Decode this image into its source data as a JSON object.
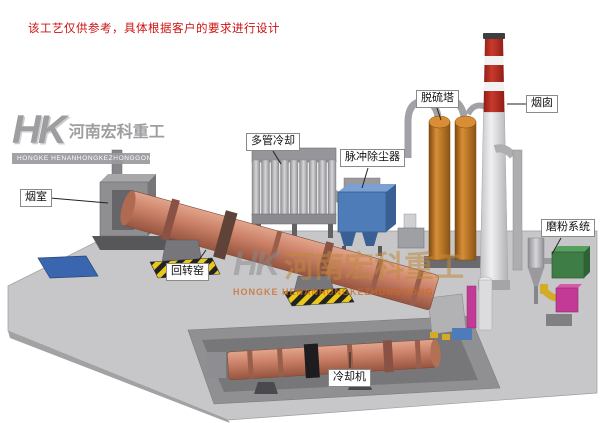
{
  "disclaimer": {
    "text": "该工艺仅供参考，具体根据客户的要求进行设计"
  },
  "logo": {
    "mark": "HK",
    "company_cn": "河南宏科重工",
    "company_en": "HONGKE HENANHONGKEZHONGGONG"
  },
  "watermark": {
    "mark": "HK",
    "text_cn": "河南宏科重工",
    "text_en": "HONGKE HENANHONGKEZHONGGONG"
  },
  "labels": {
    "smoke_chamber": "烟室",
    "multi_tube_cooler": "多管冷却",
    "pulse_dust_collector": "脉冲除尘器",
    "desulfurization_tower": "脱硫塔",
    "chimney": "烟囱",
    "grinding_system": "磨粉系统",
    "rotary_kiln": "回转窑",
    "cooling_machine": "冷却机"
  },
  "colors": {
    "disclaimer_red": "#cc1111",
    "kiln_body": "#c97f66",
    "dust_collector_blue": "#4d7cb8",
    "tower_orange": "#c07a28",
    "chimney_red": "#b5281e",
    "platform_gray": "#c7c7c9",
    "mill_green": "#3f7d46",
    "mill_magenta": "#c23a95",
    "pad_blue": "#3a66b0",
    "hazard_yellow": "#e8c81a"
  }
}
